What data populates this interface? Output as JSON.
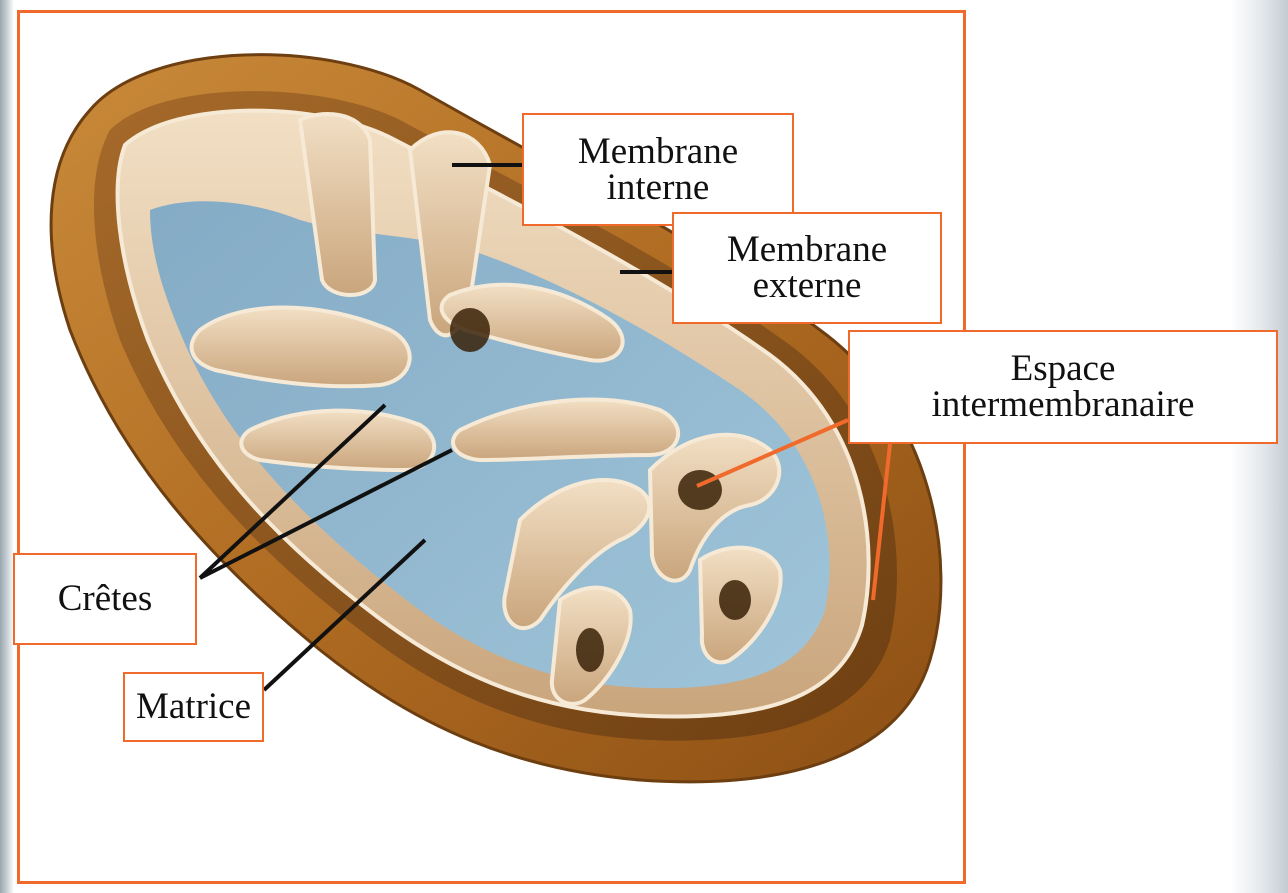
{
  "diagram": {
    "labels": {
      "membrane_interne": [
        "Membrane",
        "interne"
      ],
      "membrane_externe": [
        "Membrane",
        "externe"
      ],
      "espace_intermembranaire": [
        "Espace",
        "intermembranaire"
      ],
      "cretes": "Crêtes",
      "matrice": "Matrice"
    },
    "colors": {
      "frame_border": "#f06a2c",
      "outer_membrane": "#b7752a",
      "inner_membrane": "#e9d2b0",
      "matrix": "#8fb8d3",
      "leader_line": "#111111",
      "leader_line_orange": "#f06a2c"
    }
  }
}
